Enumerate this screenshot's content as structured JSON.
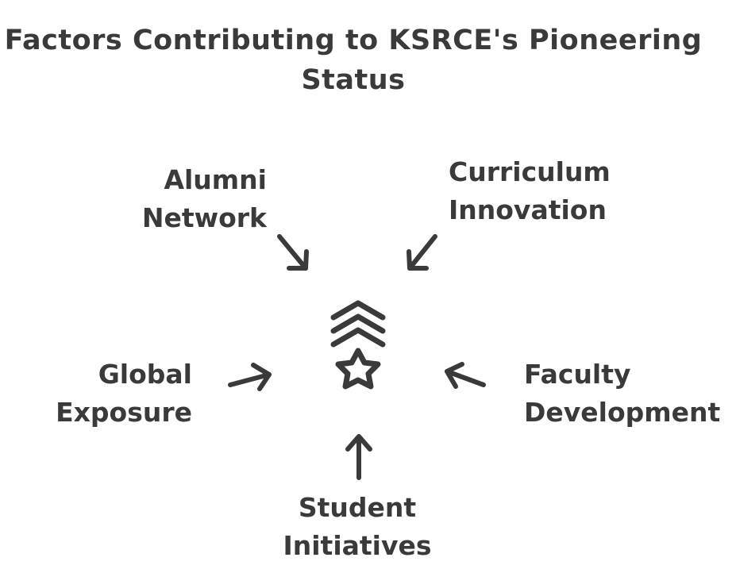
{
  "title": "Factors Contributing to KSRCE's Pioneering Status",
  "factors": {
    "alumni": {
      "line1": "Alumni",
      "line2": "Network"
    },
    "curriculum": {
      "line1": "Curriculum",
      "line2": "Innovation"
    },
    "global": {
      "line1": "Global",
      "line2": "Exposure"
    },
    "faculty": {
      "line1": "Faculty",
      "line2": "Development"
    },
    "student": {
      "line1": "Student",
      "line2": "Initiatives"
    }
  },
  "center_icon": "rank-chevrons-star-icon",
  "colors": {
    "ink": "#3a3a3a",
    "background": "#ffffff"
  }
}
